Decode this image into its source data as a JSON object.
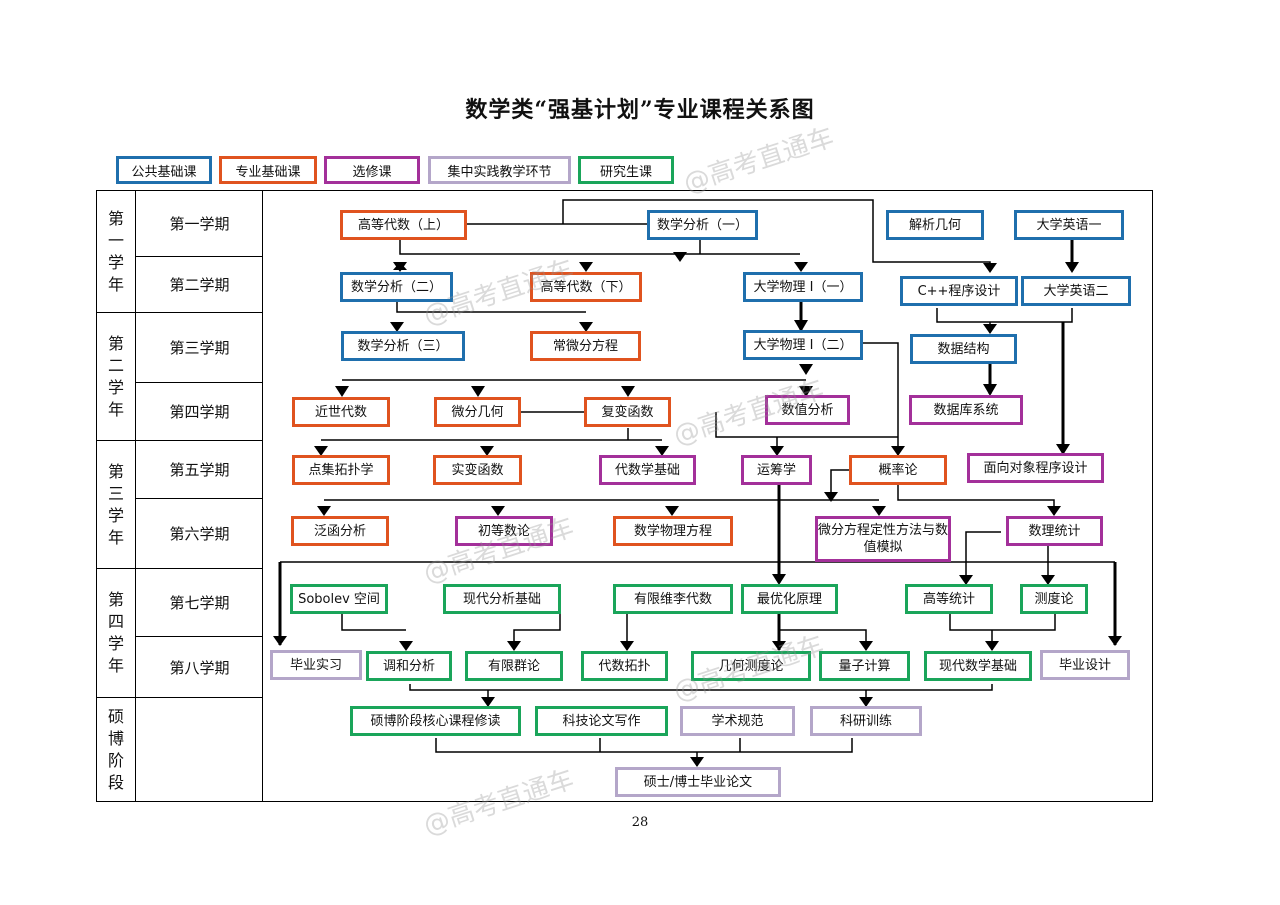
{
  "title": "数学类“强基计划”专业课程关系图",
  "page_number": "28",
  "watermark": "@高考直通车",
  "colors": {
    "public": "#1f6fad",
    "major": "#e0531f",
    "elective": "#a3309a",
    "practice": "#b4a6c9",
    "graduate": "#1aa55a"
  },
  "legend": [
    {
      "label": "公共基础课",
      "color": "#1f6fad"
    },
    {
      "label": "专业基础课",
      "color": "#e0531f"
    },
    {
      "label": "选修课",
      "color": "#a3309a"
    },
    {
      "label": "集中实践教学环节",
      "color": "#b4a6c9"
    },
    {
      "label": "研究生课",
      "color": "#1aa55a"
    }
  ],
  "years": [
    "第一学年",
    "第二学年",
    "第三学年",
    "第四学年",
    "硕博阶段"
  ],
  "semesters": [
    "第一学期",
    "第二学期",
    "第三学期",
    "第四学期",
    "第五学期",
    "第六学期",
    "第七学期",
    "第八学期"
  ],
  "courses": {
    "c01": "高等代数（上）",
    "c02": "数学分析（一）",
    "c03": "解析几何",
    "c04": "大学英语一",
    "c05": "数学分析（二）",
    "c06": "高等代数（下）",
    "c07": "大学物理 I（一）",
    "c08": "C++程序设计",
    "c09": "大学英语二",
    "c10": "数学分析（三）",
    "c11": "常微分方程",
    "c12": "大学物理 I（二）",
    "c13": "数据结构",
    "c14": "近世代数",
    "c15": "微分几何",
    "c16": "复变函数",
    "c17": "数值分析",
    "c18": "数据库系统",
    "c19": "点集拓扑学",
    "c20": "实变函数",
    "c21": "代数学基础",
    "c22": "运筹学",
    "c23": "概率论",
    "c24": "面向对象程序设计",
    "c25": "泛函分析",
    "c26": "初等数论",
    "c27": "数学物理方程",
    "c28": "微分方程定性方法与数值模拟",
    "c29": "数理统计",
    "c30": "Sobolev 空间",
    "c31": "现代分析基础",
    "c32": "有限维李代数",
    "c33": "最优化原理",
    "c34": "高等统计",
    "c35": "测度论",
    "c36": "毕业实习",
    "c37": "调和分析",
    "c38": "有限群论",
    "c39": "代数拓扑",
    "c40": "几何测度论",
    "c41": "量子计算",
    "c42": "现代数学基础",
    "c43": "毕业设计",
    "c44": "硕博阶段核心课程修读",
    "c45": "科技论文写作",
    "c46": "学术规范",
    "c47": "科研训练",
    "c48": "硕士/博士毕业论文"
  }
}
